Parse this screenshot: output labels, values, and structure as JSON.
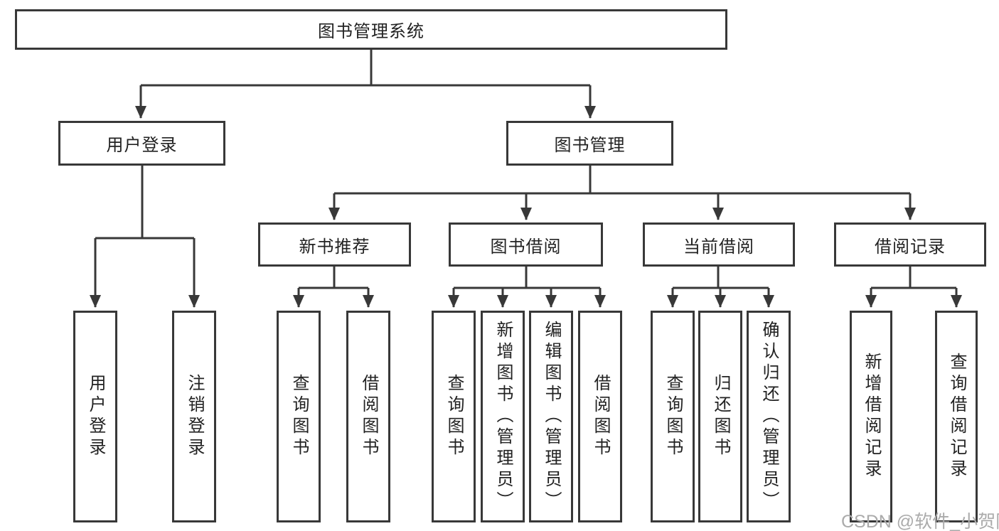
{
  "diagram": {
    "root": {
      "label": "图书管理系统"
    },
    "branches": {
      "user_login": {
        "label": "用户登录",
        "children": [
          {
            "label": "用户登录"
          },
          {
            "label": "注销登录"
          }
        ]
      },
      "book_management": {
        "label": "图书管理",
        "groups": [
          {
            "label": "新书推荐",
            "children": [
              {
                "label": "查询图书"
              },
              {
                "label": "借阅图书"
              }
            ]
          },
          {
            "label": "图书借阅",
            "children": [
              {
                "label": "查询图书"
              },
              {
                "label": "新增图书（管理员）"
              },
              {
                "label": "编辑图书（管理员）"
              },
              {
                "label": "借阅图书"
              }
            ]
          },
          {
            "label": "当前借阅",
            "children": [
              {
                "label": "查询图书"
              },
              {
                "label": "归还图书"
              },
              {
                "label": "确认归还（管理员）"
              }
            ]
          },
          {
            "label": "借阅记录",
            "children": [
              {
                "label": "新增借阅记录"
              },
              {
                "label": "查询借阅记录"
              }
            ]
          }
        ]
      }
    }
  },
  "colors": {
    "line": "#383838",
    "text": "#222222",
    "watermark": "#ababab",
    "background": "#ffffff"
  },
  "watermark": {
    "text": "CSDN @软件_小贺同学"
  }
}
